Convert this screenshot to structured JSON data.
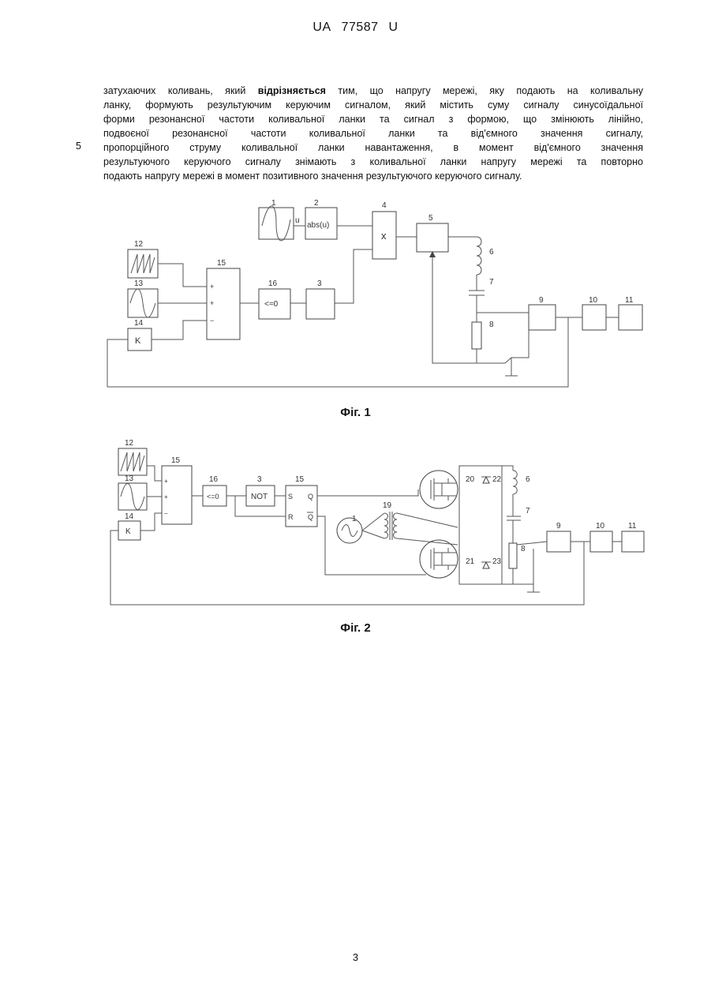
{
  "header": {
    "country": "UA",
    "number": "77587",
    "kind": "U"
  },
  "paragraph": {
    "lines": [
      {
        "pre": "затухаючих коливань, який ",
        "bold": "відрізняється",
        "post": " тим, що напругу мережі, яку подають на коливальну"
      },
      {
        "pre": "ланку, формують результуючим керуючим сигналом, який містить суму сигналу синусоїдальної",
        "bold": "",
        "post": ""
      },
      {
        "pre": "форми резонансної частоти коливальної ланки та сигнал з формою, що змінюють лінійно,",
        "bold": "",
        "post": ""
      },
      {
        "pre": "подвоєної резонансної частоти коливальної ланки та від'ємного значення сигналу,",
        "bold": "",
        "post": ""
      },
      {
        "pre": "пропорційного струму коливальної ланки навантаження, в момент від'ємного значення",
        "bold": "",
        "post": ""
      },
      {
        "pre": "результуючого керуючого сигналу знімають з коливальної ланки напругу мережі та повторно",
        "bold": "",
        "post": ""
      },
      {
        "pre": "подають напругу мережі в момент позитивного значення результуючого керуючого сигналу.",
        "bold": "",
        "post": ""
      }
    ],
    "line_number": "5"
  },
  "fig1": {
    "caption": "Фіг. 1",
    "labels": {
      "n1": "1",
      "n2": "2",
      "n3": "3",
      "n4": "4",
      "n5": "5",
      "n6": "6",
      "n7": "7",
      "n8": "8",
      "n9": "9",
      "n10": "10",
      "n11": "11",
      "n12": "12",
      "n13": "13",
      "n14": "14",
      "n15": "15",
      "n16": "16"
    },
    "texts": {
      "u": "u",
      "abs": "abs(u)",
      "mult": "x",
      "cmp": "<=0",
      "gain": "K",
      "plus1": "+",
      "plus2": "+",
      "minus": "−"
    }
  },
  "fig2": {
    "caption": "Фіг. 2",
    "labels": {
      "n12": "12",
      "n13": "13",
      "n14": "14",
      "n15a": "15",
      "n16": "16",
      "n3": "3",
      "n15b": "15",
      "n19": "19",
      "n1": "1",
      "n20": "20",
      "n21": "21",
      "n22": "22",
      "n23": "23",
      "n6": "6",
      "n7": "7",
      "n8": "8",
      "n9": "9",
      "n10": "10",
      "n11": "11"
    },
    "texts": {
      "cmp": "<=0",
      "not": "NOT",
      "s": "S",
      "q": "Q",
      "r": "R",
      "qbar": "Q",
      "gain": "K",
      "plus1": "+",
      "plus2": "+",
      "minus": "−"
    }
  },
  "page_number": "3"
}
